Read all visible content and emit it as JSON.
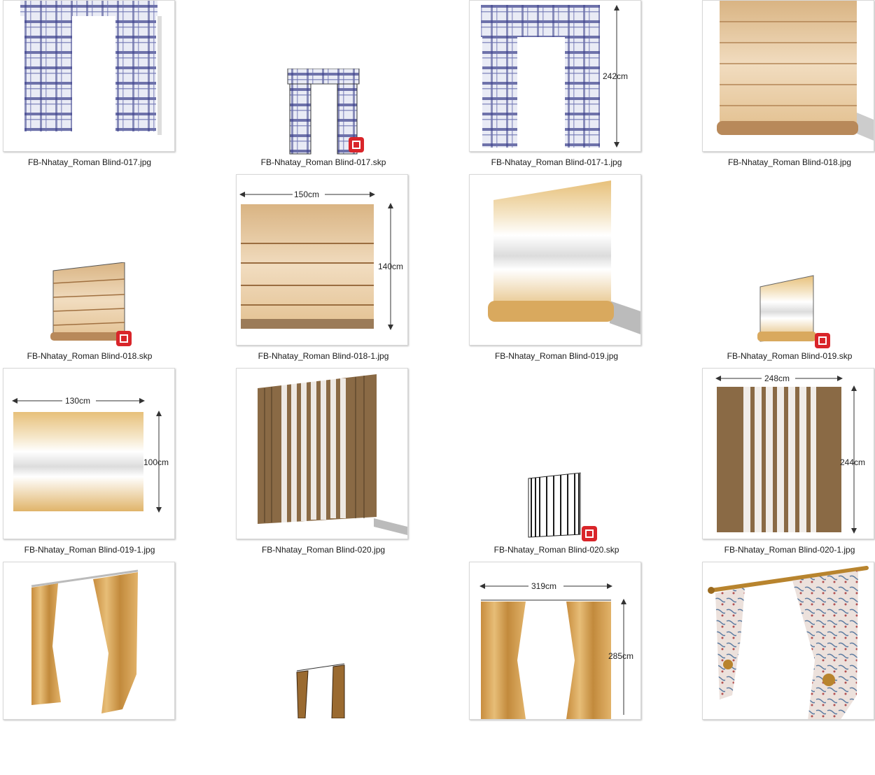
{
  "files": [
    {
      "name": "FB-Nhatay_Roman Blind-017.jpg"
    },
    {
      "name": "FB-Nhatay_Roman Blind-017.skp"
    },
    {
      "name": "FB-Nhatay_Roman Blind-017-1.jpg",
      "dims": [
        "242cm"
      ]
    },
    {
      "name": "FB-Nhatay_Roman Blind-018.jpg"
    },
    {
      "name": "FB-Nhatay_Roman Blind-018.skp"
    },
    {
      "name": "FB-Nhatay_Roman Blind-018-1.jpg",
      "dims": [
        "150cm",
        "140cm"
      ]
    },
    {
      "name": "FB-Nhatay_Roman Blind-019.jpg"
    },
    {
      "name": "FB-Nhatay_Roman Blind-019.skp"
    },
    {
      "name": "FB-Nhatay_Roman Blind-019-1.jpg",
      "dims": [
        "130cm",
        "100cm"
      ]
    },
    {
      "name": "FB-Nhatay_Roman Blind-020.jpg"
    },
    {
      "name": "FB-Nhatay_Roman Blind-020.skp"
    },
    {
      "name": "FB-Nhatay_Roman Blind-020-1.jpg",
      "dims": [
        "248cm",
        "244cm"
      ]
    },
    {
      "name": ""
    },
    {
      "name": ""
    },
    {
      "name": "",
      "dims": [
        "319cm",
        "285cm"
      ]
    },
    {
      "name": ""
    }
  ],
  "icons": {
    "sketchup": "sketchup-file-icon"
  },
  "colors": {
    "skp_badge": "#d9252a",
    "plaid": "#3a3f8a",
    "roman": "#e6c9a0",
    "wood": "#6b4a2a",
    "gold": "#d6a458"
  }
}
